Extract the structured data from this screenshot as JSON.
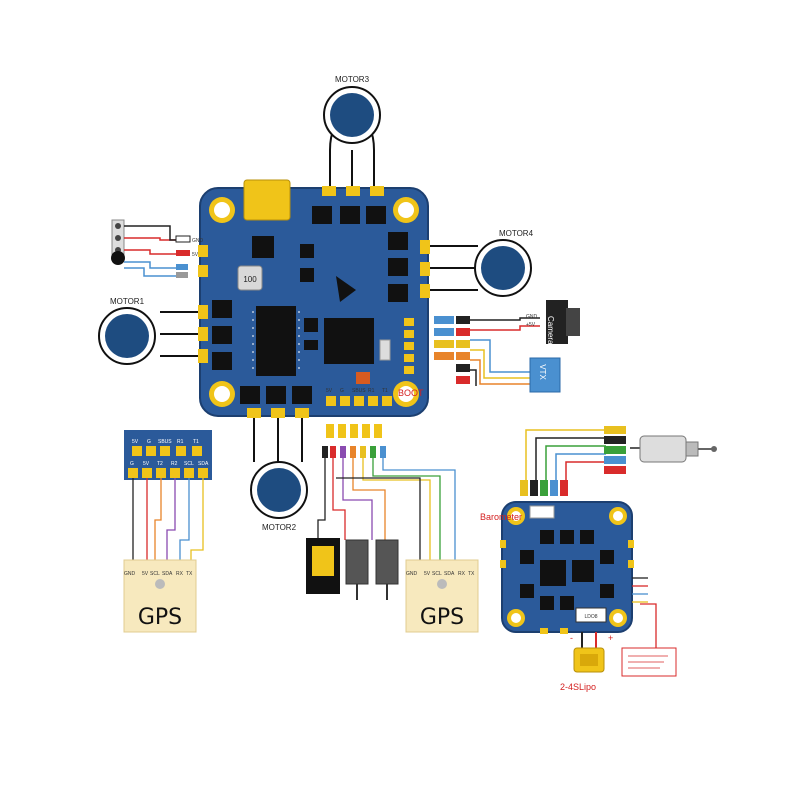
{
  "labels": {
    "motor1": "MOTOR1",
    "motor2": "MOTOR2",
    "motor3": "MOTOR3",
    "motor4": "MOTOR4",
    "gps_left": "GPS",
    "gps_right": "GPS",
    "camera": "Camera",
    "vtx": "VTX",
    "battery": "2-4SLipo",
    "barometer": "Barometer",
    "boot": "BOOT",
    "chip_100": "100",
    "ldo": "LDO8"
  },
  "pin_sets": {
    "buzzer": [
      "GND",
      "5V"
    ],
    "camera": [
      "GND",
      "+5V"
    ],
    "left_header_top": [
      "5V",
      "G",
      "SBUS",
      "R1",
      "T1"
    ],
    "left_header_bottom": [
      "G",
      "5V",
      "T2",
      "R2",
      "SCL",
      "SDA"
    ],
    "bottom_header": [
      "5V",
      "G",
      "SBUS",
      "R1",
      "T1"
    ],
    "gps_left": [
      "GND",
      "5V",
      "SCL",
      "SDA",
      "RX",
      "TX"
    ],
    "gps_right": [
      "GND",
      "5V",
      "SCL",
      "SDA",
      "RX",
      "TX"
    ]
  },
  "colors": {
    "board": "#2b5a9a",
    "board_dark": "#1c3f70",
    "board_edge": "#f0c419",
    "motor": "#1e4c80",
    "gps_bg": "#f7e9be",
    "wire_red": "#d92b2b",
    "wire_black": "#222222",
    "wire_yellow": "#e8c020",
    "wire_blue": "#4a90d0",
    "wire_green": "#3aa03a",
    "wire_orange": "#e8842a",
    "wire_purple": "#8a4bb0"
  }
}
